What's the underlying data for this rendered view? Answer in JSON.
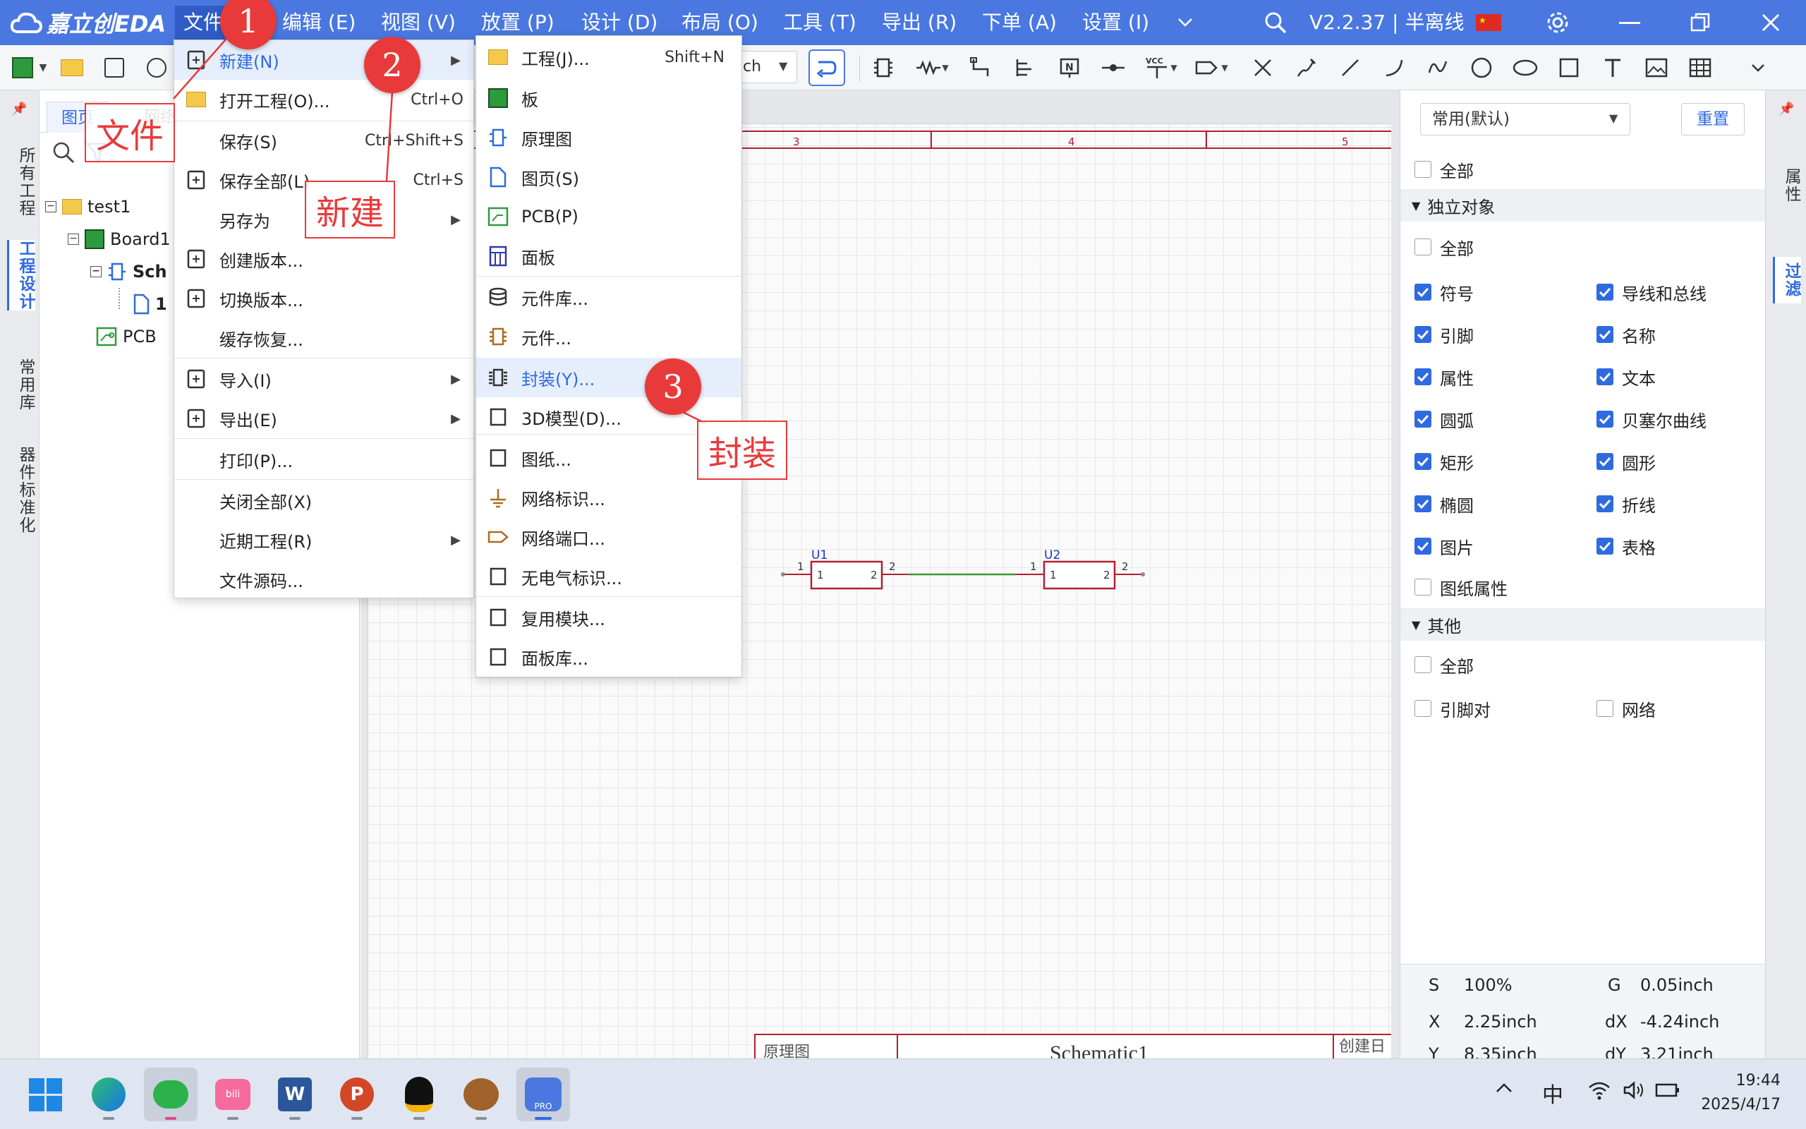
{
  "app": {
    "logo_text": "嘉立创EDA",
    "menu": [
      "文件",
      "编辑 (E)",
      "视图 (V)",
      "放置 (P)",
      "设计 (D)",
      "布局 (O)",
      "工具 (T)",
      "导出 (R)",
      "下单 (A)",
      "设置 (I)"
    ],
    "version": "V2.2.37 | 半离线"
  },
  "toolbar": {
    "unit": "ch"
  },
  "left_strip": [
    "所有工程",
    "工程设计",
    "常用库",
    "器件标准化"
  ],
  "left_panel": {
    "tabs": [
      "图页",
      "网络"
    ],
    "tree": [
      {
        "label": "test1"
      },
      {
        "label": "Board1"
      },
      {
        "label": "Sch"
      },
      {
        "label": "1"
      },
      {
        "label": "PCB"
      }
    ]
  },
  "file_menu": [
    {
      "label": "新建(N)",
      "shortcut": "",
      "submenu": true
    },
    {
      "label": "打开工程(O)...",
      "shortcut": "Ctrl+O"
    },
    {
      "label": "保存(S)",
      "shortcut": "Ctrl+Shift+S"
    },
    {
      "label": "保存全部(L)",
      "shortcut": "Ctrl+S"
    },
    {
      "label": "另存为",
      "shortcut": "",
      "submenu": true
    },
    {
      "label": "创建版本...",
      "shortcut": ""
    },
    {
      "label": "切换版本...",
      "shortcut": ""
    },
    {
      "label": "缓存恢复...",
      "shortcut": ""
    },
    {
      "label": "导入(I)",
      "shortcut": "",
      "submenu": true
    },
    {
      "label": "导出(E)",
      "shortcut": "",
      "submenu": true
    },
    {
      "label": "打印(P)...",
      "shortcut": ""
    },
    {
      "label": "关闭全部(X)",
      "shortcut": ""
    },
    {
      "label": "近期工程(R)",
      "shortcut": "",
      "submenu": true
    },
    {
      "label": "文件源码...",
      "shortcut": ""
    }
  ],
  "new_submenu": [
    {
      "label": "工程(J)...",
      "shortcut": "Shift+N"
    },
    {
      "label": "板"
    },
    {
      "label": "原理图"
    },
    {
      "label": "图页(S)"
    },
    {
      "label": "PCB(P)"
    },
    {
      "label": "面板"
    },
    {
      "label": "元件库..."
    },
    {
      "label": "元件..."
    },
    {
      "label": "封装(Y)..."
    },
    {
      "label": "3D模型(D)..."
    },
    {
      "label": "图纸..."
    },
    {
      "label": "网络标识..."
    },
    {
      "label": "网络端口..."
    },
    {
      "label": "无电气标识..."
    },
    {
      "label": "复用模块..."
    },
    {
      "label": "面板库..."
    }
  ],
  "annotations": {
    "steps": [
      "1",
      "2",
      "3"
    ],
    "labels": [
      "文件",
      "新建",
      "封装"
    ]
  },
  "canvas": {
    "ruler": [
      "3",
      "4",
      "5"
    ],
    "components": [
      {
        "ref": "U1",
        "pin_left": "1",
        "pin_right": "2",
        "outer_left": "1",
        "outer_right": "2"
      },
      {
        "ref": "U2",
        "pin_left": "1",
        "pin_right": "2",
        "outer_left": "1",
        "outer_right": "2"
      }
    ],
    "title_block": {
      "left": "原理图",
      "center": "Schematic1",
      "right": "创建日"
    }
  },
  "right_panel": {
    "preset": "常用(默认)",
    "reset_label": "重置",
    "all_top": "全部",
    "section_independent": "独立对象",
    "all_independent": "全部",
    "filters": [
      {
        "label": "符号",
        "checked": true
      },
      {
        "label": "导线和总线",
        "checked": true
      },
      {
        "label": "引脚",
        "checked": true
      },
      {
        "label": "名称",
        "checked": true
      },
      {
        "label": "属性",
        "checked": true
      },
      {
        "label": "文本",
        "checked": true
      },
      {
        "label": "圆弧",
        "checked": true
      },
      {
        "label": "贝塞尔曲线",
        "checked": true
      },
      {
        "label": "矩形",
        "checked": true
      },
      {
        "label": "圆形",
        "checked": true
      },
      {
        "label": "椭圆",
        "checked": true
      },
      {
        "label": "折线",
        "checked": true
      },
      {
        "label": "图片",
        "checked": true
      },
      {
        "label": "表格",
        "checked": true
      }
    ],
    "sheet_attr": "图纸属性",
    "section_other": "其他",
    "all_other": "全部",
    "pin_pair": "引脚对",
    "net": "网络"
  },
  "right_strip": [
    "属性",
    "过滤"
  ],
  "status": {
    "s_label": "S",
    "s_value": "100%",
    "g_label": "G",
    "g_value": "0.05inch",
    "x_label": "X",
    "x_value": "2.25inch",
    "dx_label": "dX",
    "dx_value": "-4.24inch",
    "y_label": "Y",
    "y_value": "8.35inch",
    "dy_label": "dY",
    "dy_value": "3.21inch"
  },
  "taskbar": {
    "ime": "中",
    "time": "19:44",
    "date": "2025/4/17"
  },
  "colors": {
    "accent": "#4a78e0",
    "annotation": "#e83a3a",
    "schematic": "#b02030",
    "wire": "#3a9a3a"
  }
}
